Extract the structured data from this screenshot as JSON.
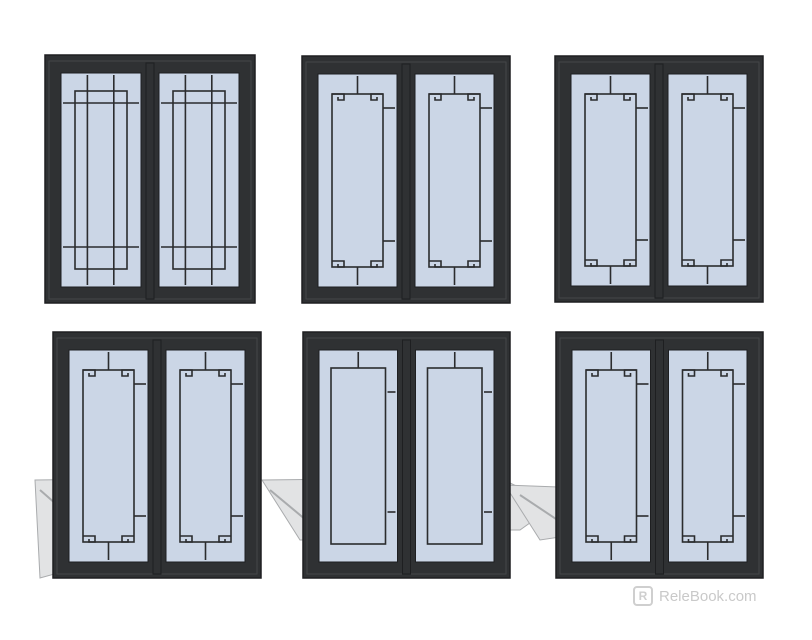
{
  "colors": {
    "frame": "#2f3133",
    "frame_edge": "#1e1f21",
    "glass": "#cbd6e6",
    "glass_light": "#dfe6f0",
    "lattice": "#2b2c2e",
    "shadow": "#a9abad",
    "shadow_light": "#e2e3e4"
  },
  "doors": [
    {
      "style": "grid-lines"
    },
    {
      "style": "cloud-corners"
    },
    {
      "style": "fret-corners"
    },
    {
      "style": "fret-center"
    },
    {
      "style": "plain-panel"
    },
    {
      "style": "fret-center-2"
    }
  ],
  "watermark": {
    "text": "ReleBook.com",
    "logo_icon": "relebook-logo-icon"
  }
}
